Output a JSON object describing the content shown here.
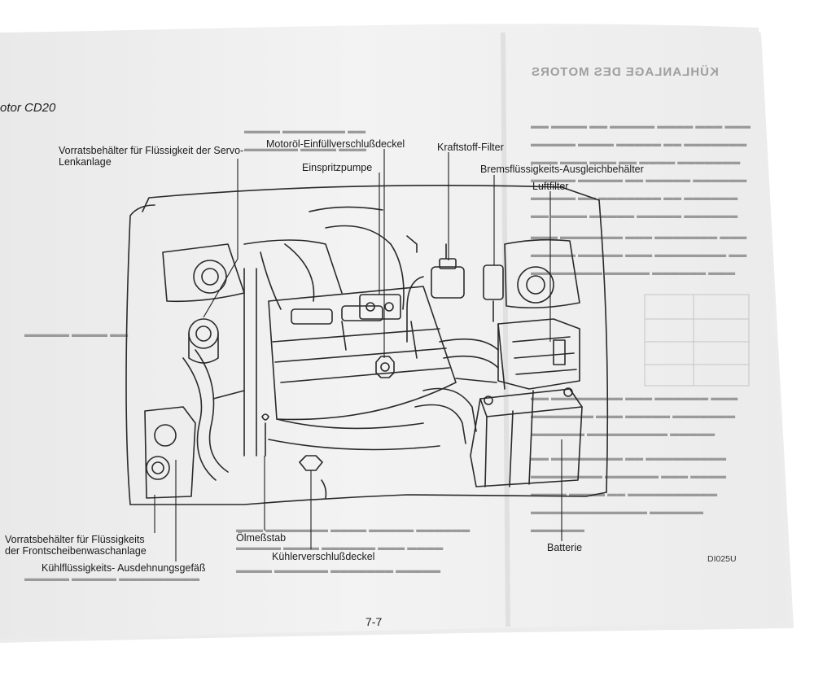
{
  "section_heading": "otor CD20",
  "labels": {
    "servo": "Vorratsbehälter für Flüssigkeit der Servo-",
    "servo2": "Lenkanlage",
    "oil_cap": "Motoröl-Einfüllverschlußdeckel",
    "pump": "Einspritzpumpe",
    "fuel_filter": "Kraftstoff-Filter",
    "brake": "Bremsflüssigkeits-Ausgleichbehälter",
    "air_filter": "Luftfilter",
    "washer": "Vorratsbehälter für Flüssigkeits",
    "washer2": "der Frontscheibenwaschanlage",
    "coolant": "Kühlflüssigkeits- Ausdehnungsgefäß",
    "dipstick": "Ölmeßstab",
    "radiator_cap": "Kühlerverschlußdeckel",
    "battery": "Batterie"
  },
  "figure_code": "DI025U",
  "page_number": "7-7",
  "right_page_title": "KÜHLANLAGE DES MOTORS"
}
